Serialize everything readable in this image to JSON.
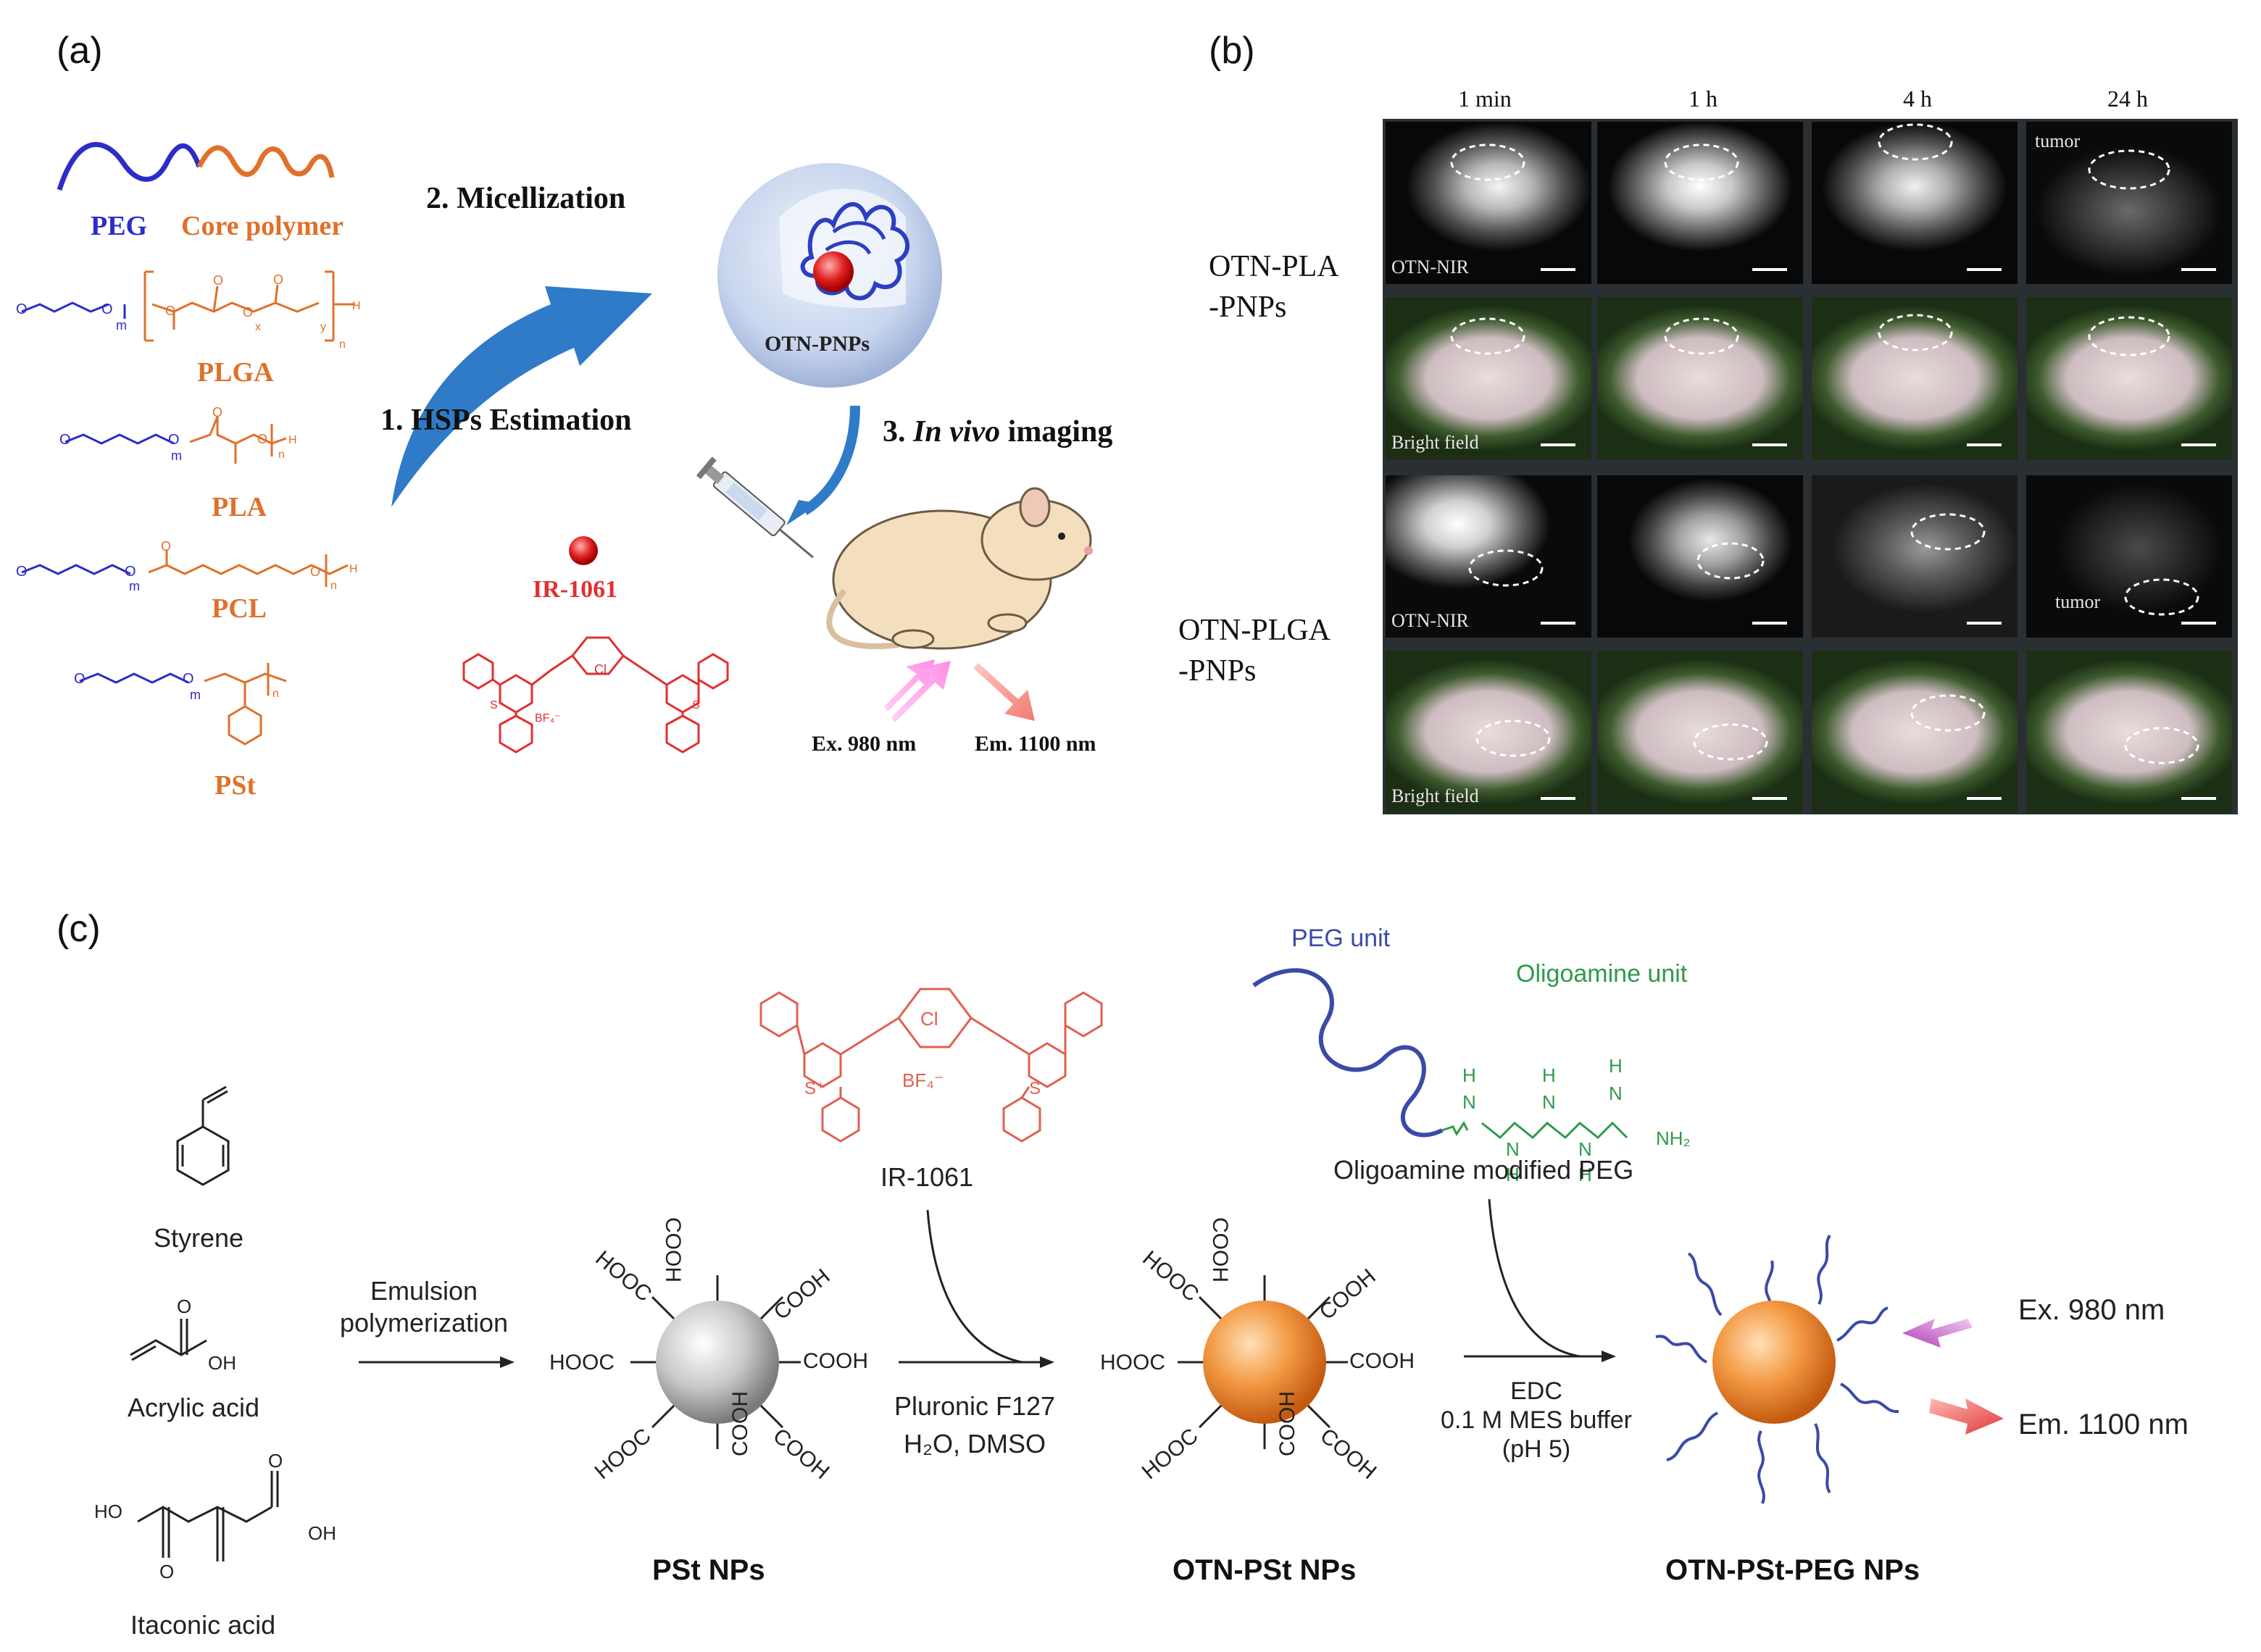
{
  "panel_a": {
    "letter": "(a)",
    "peg_label": "PEG",
    "core_label": "Core polymer",
    "polymers": [
      "PLGA",
      "PLA",
      "PCL",
      "PSt"
    ],
    "step1": "1. HSPs Estimation",
    "step2": "2. Micellization",
    "step3_prefix": "3. ",
    "step3_italic": "In vivo",
    "step3_suffix": " imaging",
    "particle_label": "OTN-PNPs",
    "dye_label": "IR-1061",
    "excitation": "Ex. 980 nm",
    "emission": "Em. 1100 nm"
  },
  "panel_b": {
    "letter": "(b)",
    "timepoints": [
      "1 min",
      "1 h",
      "4 h",
      "24 h"
    ],
    "group1_line1": "OTN-PLA",
    "group1_line2": "-PNPs",
    "group2_line1": "OTN-PLGA",
    "group2_line2": "-PNPs",
    "nir_label": "OTN-NIR",
    "bright_label": "Bright field",
    "tumor_label": "tumor"
  },
  "panel_c": {
    "letter": "(c)",
    "monomers": [
      "Styrene",
      "Acrylic acid",
      "Itaconic acid"
    ],
    "step1_line1": "Emulsion",
    "step1_line2": "polymerization",
    "np1": "PSt NPs",
    "dye_label": "IR-1061",
    "step2_line1": "Pluronic F127",
    "step2_line2": "H₂O, DMSO",
    "np2": "OTN-PSt NPs",
    "peg_unit": "PEG unit",
    "oligoamine_unit": "Oligoamine unit",
    "modified_peg": "Oligoamine modified PEG",
    "step3_line1": "EDC",
    "step3_line2": "0.1 M MES buffer",
    "step3_line3": "(pH 5)",
    "np3": "OTN-PSt-PEG NPs",
    "excitation": "Ex. 980 nm",
    "emission": "Em. 1100 nm",
    "cooh": "COOH",
    "hooc": "HOOC"
  },
  "colors": {
    "peg_blue": "#2c2cc8",
    "core_orange": "#e0702a",
    "dye_red": "#e03030",
    "arrow_blue": "#2f7bc8",
    "amine_green": "#2e9a4a"
  }
}
